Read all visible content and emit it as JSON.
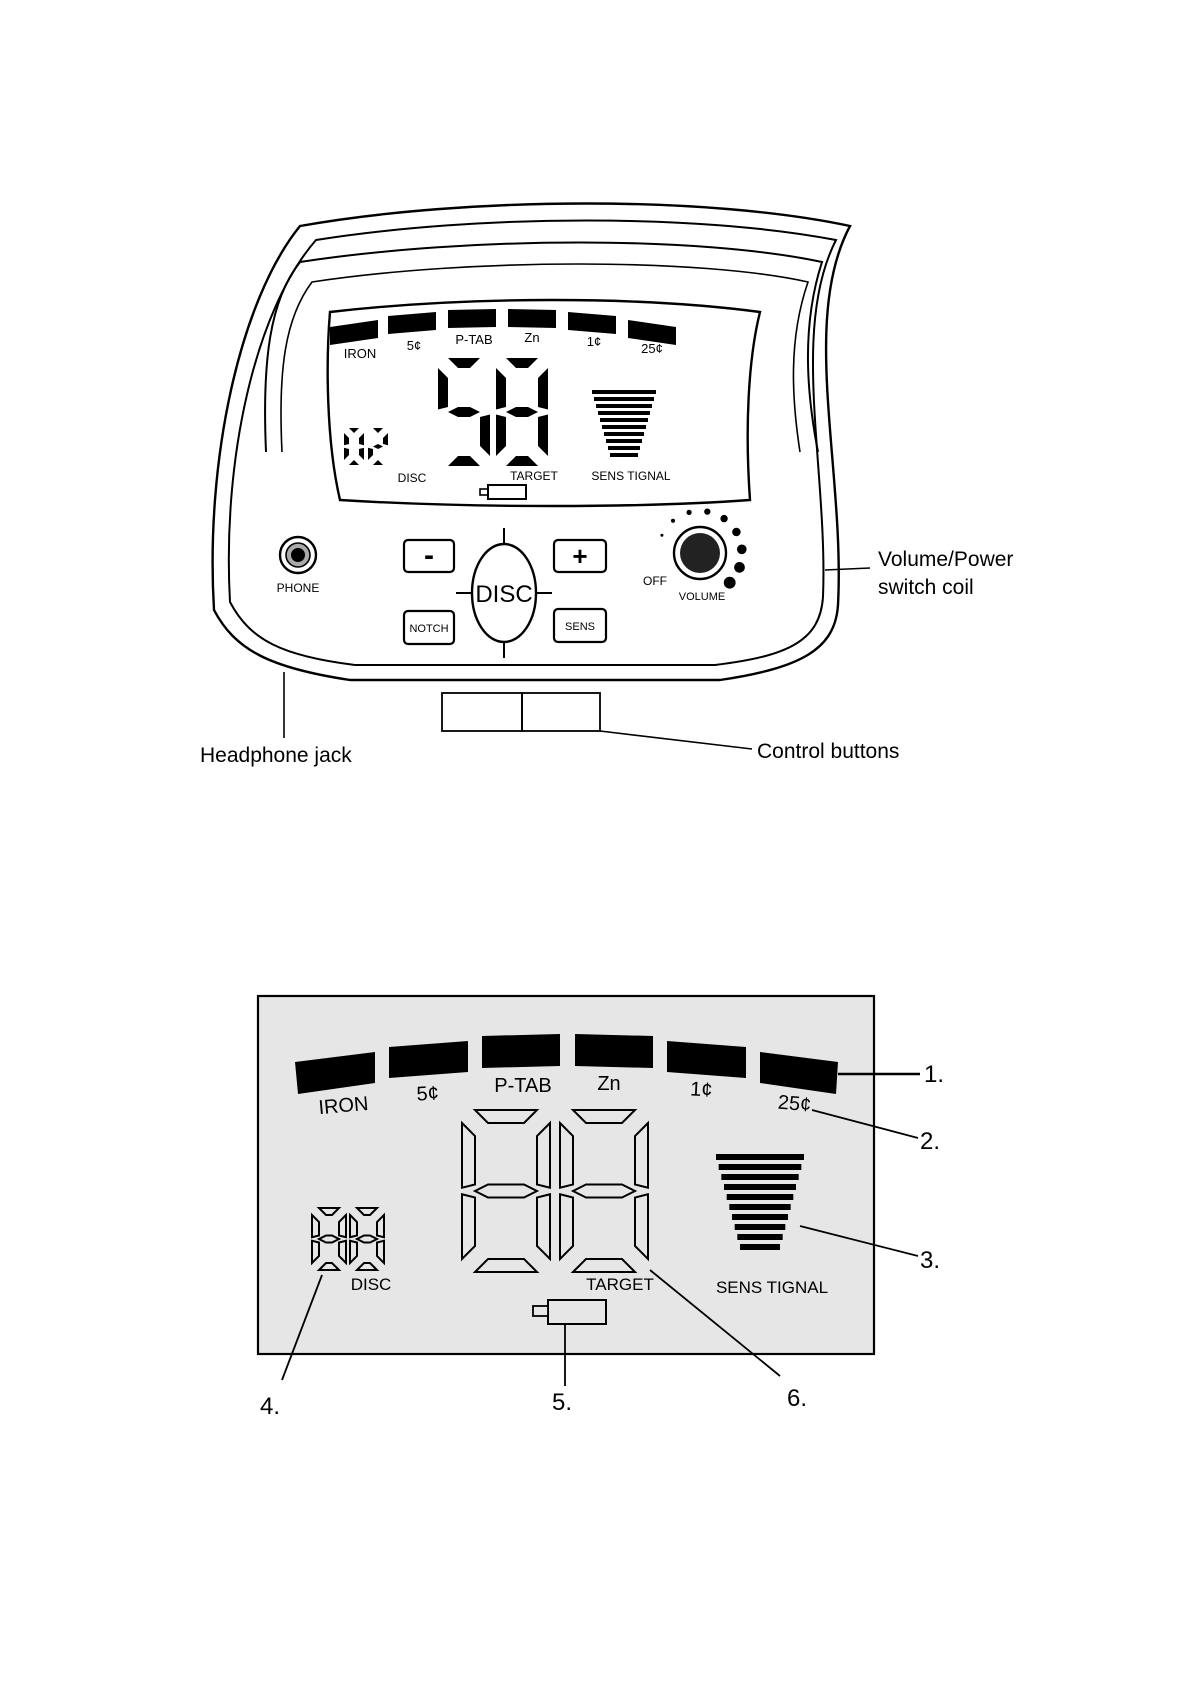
{
  "top_diagram": {
    "display": {
      "category_labels": [
        "IRON",
        "5¢",
        "P-TAB",
        "Zn",
        "1¢",
        "25¢"
      ],
      "disc_value": "02",
      "disc_label": "DISC",
      "target_value": "58",
      "target_label": "TARGET",
      "signal_label": "SENS TIGNAL"
    },
    "controls": {
      "phone_label": "PHONE",
      "minus_label": "-",
      "plus_label": "+",
      "disc_button_label": "DISC",
      "notch_label": "NOTCH",
      "sens_label": "SENS",
      "off_label": "OFF",
      "volume_label": "VOLUME"
    },
    "callouts": {
      "volume_power_line1": "Volume/Power",
      "volume_power_line2": "switch coil",
      "headphone_jack": "Headphone jack",
      "control_buttons": "Control buttons"
    }
  },
  "bottom_diagram": {
    "display": {
      "category_labels": [
        "IRON",
        "5¢",
        "P-TAB",
        "Zn",
        "1¢",
        "25¢"
      ],
      "disc_label": "DISC",
      "target_label": "TARGET",
      "signal_label": "SENS TIGNAL"
    },
    "callouts": [
      "1.",
      "2.",
      "3.",
      "4.",
      "5.",
      "6."
    ]
  }
}
